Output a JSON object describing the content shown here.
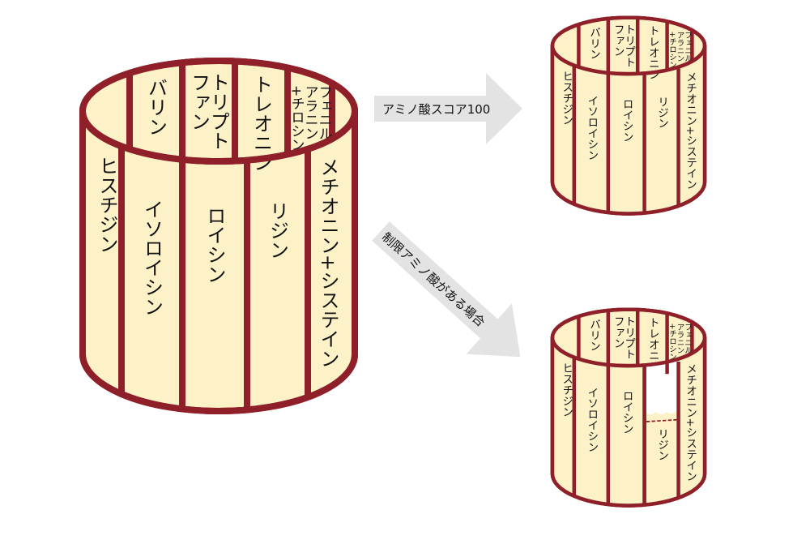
{
  "colors": {
    "stave": "#fdf1c7",
    "rim": "#8f1f28",
    "arrow": "#e3e3e3"
  },
  "barrel": {
    "back_staves": [
      "バリン",
      "トリプト\nファン",
      "トレオニン",
      "フェニル\nアラニン\n+チロシン"
    ],
    "front_staves": [
      "ヒスチジン",
      "イソロイシン",
      "ロイシン",
      "リジン",
      "メチオニン+システイン"
    ]
  },
  "arrows": {
    "score100": "アミノ酸スコア100",
    "limiting": "制限アミノ酸がある場合"
  },
  "broken_barrel": {
    "limiting_amino_acid": "リジン"
  }
}
